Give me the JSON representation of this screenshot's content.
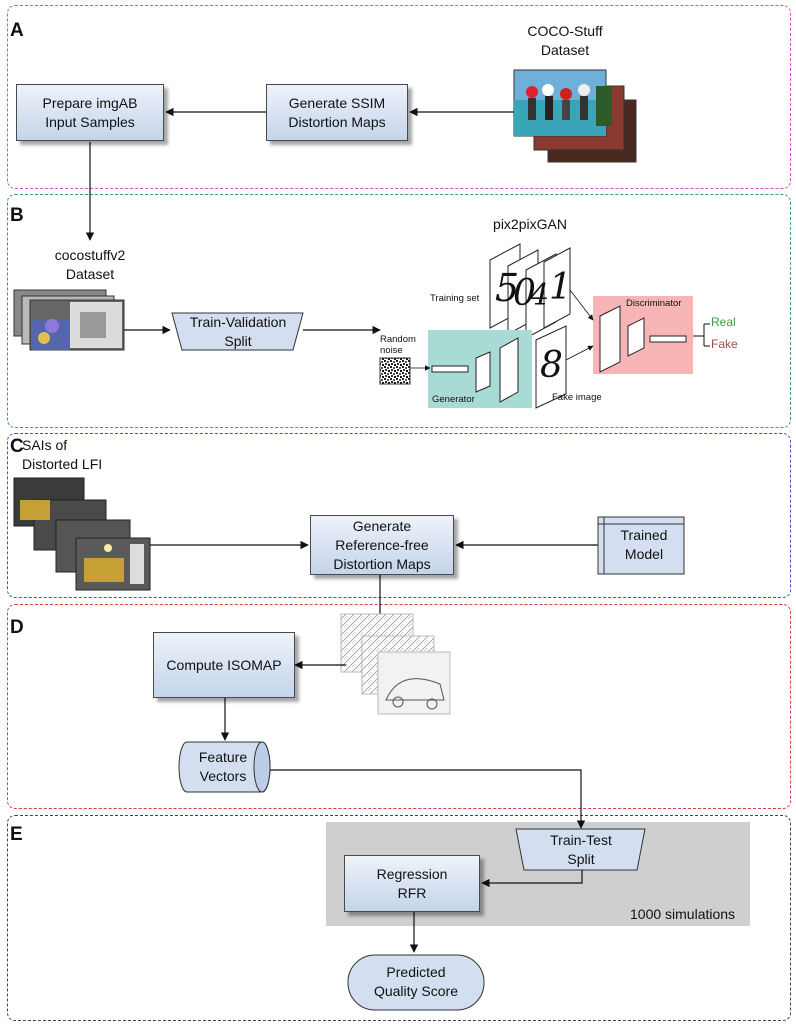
{
  "colors": {
    "panel_a": "#d14fd1",
    "panel_b": "#3f9e5a",
    "panel_c": "#3f4fc8",
    "panel_d": "#d84040",
    "panel_e": "#444444",
    "box_fill_top": "#eef3fa",
    "box_fill_bottom": "#c4d4ea",
    "generator_fill": "#a9dbd5",
    "discriminator_fill": "#f7b5b5",
    "sim_region": "#cfcfcf",
    "real_text": "#3f9b3f",
    "fake_text": "#a0504a"
  },
  "panels": {
    "a": {
      "letter": "A"
    },
    "b": {
      "letter": "B"
    },
    "c": {
      "letter": "C"
    },
    "d": {
      "letter": "D"
    },
    "e": {
      "letter": "E"
    }
  },
  "a": {
    "dataset_label": "COCO-Stuff\nDataset",
    "ssim_box": "Generate SSIM\nDistortion Maps",
    "prepare_box": "Prepare imgAB\nInput Samples",
    "dataset_icon": "photo-stack-icon"
  },
  "b": {
    "dataset_label": "cocostuffv2\nDataset",
    "split_box": "Train-Validation\nSplit",
    "gan_title": "pix2pixGAN",
    "training_set": "Training set",
    "random_noise": "Random\nnoise",
    "generator": "Generator",
    "fake_image": "Fake image",
    "discriminator": "Discriminator",
    "real": "Real",
    "fake": "Fake",
    "digits": [
      "5",
      "0",
      "4",
      "1"
    ],
    "fake_digit": "8"
  },
  "c": {
    "sai_label": "SAIs of\nDistorted LFI",
    "generate_box": "Generate\nReference-free\nDistortion Maps",
    "model_box": "Trained\nModel"
  },
  "d": {
    "isomap_box": "Compute ISOMAP",
    "feature_box": "Feature\nVectors"
  },
  "e": {
    "split_box": "Train-Test\nSplit",
    "regression_box": "Regression\nRFR",
    "score_box": "Predicted\nQuality Score",
    "simulations": "1000 simulations"
  }
}
